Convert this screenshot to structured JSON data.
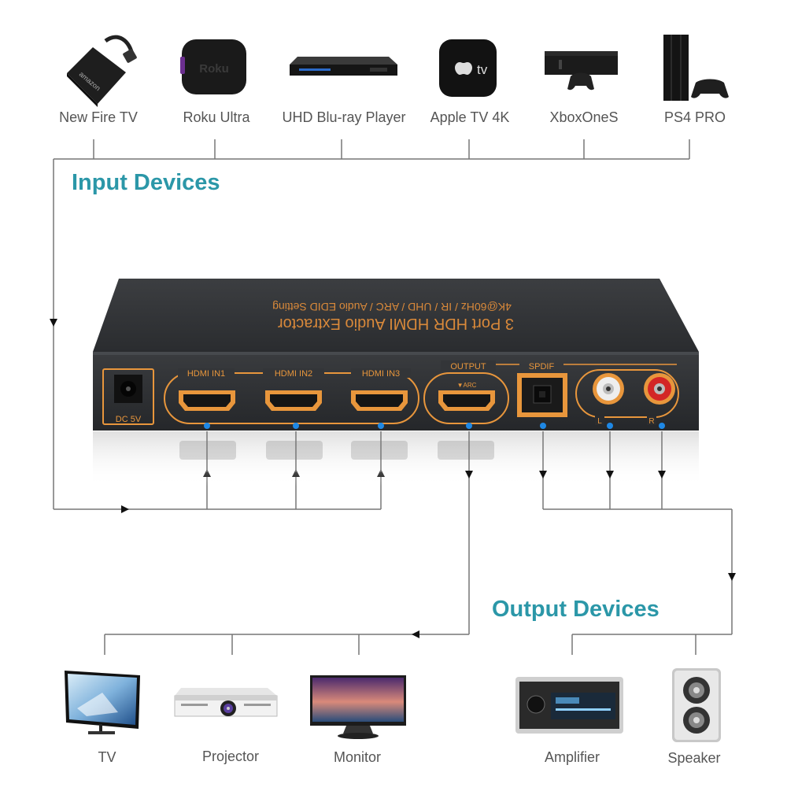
{
  "input_section": {
    "heading": "Input Devices",
    "devices": [
      {
        "name": "New Fire TV",
        "icon": "fire-tv-stick-icon",
        "logo_text": "amazon"
      },
      {
        "name": "Roku Ultra",
        "icon": "roku-box-icon",
        "logo_text": "Roku"
      },
      {
        "name": "UHD Blu-ray Player",
        "icon": "bluray-player-icon"
      },
      {
        "name": "Apple TV 4K",
        "icon": "apple-tv-icon",
        "logo_text": "tv"
      },
      {
        "name": "XboxOneS",
        "icon": "xbox-console-icon"
      },
      {
        "name": "PS4 PRO",
        "icon": "ps4-console-icon"
      }
    ]
  },
  "output_section": {
    "heading": "Output Devices",
    "devices": [
      {
        "name": "TV",
        "icon": "tv-icon"
      },
      {
        "name": "Projector",
        "icon": "projector-icon"
      },
      {
        "name": "Monitor",
        "icon": "monitor-icon"
      },
      {
        "name": "Amplifier",
        "icon": "amplifier-icon"
      },
      {
        "name": "Speaker",
        "icon": "speaker-icon"
      }
    ]
  },
  "device_box": {
    "top_title": "3 Port HDR HDMI Audio Extractor",
    "top_subtitle": "4K@60Hz / IR / UHD / ARC / Audio EDID Setting",
    "ports": {
      "power": "DC 5V",
      "hdmi_in_1": "HDMI IN1",
      "hdmi_in_2": "HDMI IN2",
      "hdmi_in_3": "HDMI IN3",
      "output": "OUTPUT",
      "arc": "▼ARC",
      "spdif": "SPDIF",
      "left": "L",
      "right": "R"
    }
  },
  "colors": {
    "accent_teal": "#2b97a8",
    "box_body": "#2e3033",
    "port_orange": "#e8963c",
    "line_gray": "#777777",
    "led_blue": "#1e88e5"
  }
}
